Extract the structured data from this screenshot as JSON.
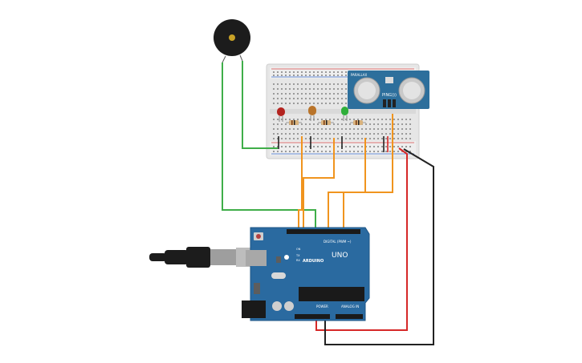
{
  "arduino": {
    "brand": "ARDUINO",
    "model": "UNO",
    "digital_label": "DIGITAL (PWM ~)",
    "power_label": "POWER",
    "analog_label": "ANALOG IN",
    "tx_label": "TX",
    "rx_label": "RX",
    "on_label": "ON"
  },
  "sensor": {
    "model": "PING)))",
    "top_text": "PARALLAX"
  },
  "colors": {
    "board": "#2a6aa0",
    "board_edge": "#1e5586",
    "breadboard": "#e9e9e9",
    "wire_orange": "#f0941e",
    "wire_green": "#3fae49",
    "wire_red": "#d62828",
    "wire_black": "#222222",
    "led_red": "#b3231f",
    "led_orange": "#b9742a",
    "led_green": "#2fae3a",
    "sensor_pcb": "#2d6f9c"
  },
  "components": {
    "buzzer": "buzzer",
    "leds": [
      "led-red",
      "led-orange",
      "led-green"
    ],
    "resistors": 3
  }
}
